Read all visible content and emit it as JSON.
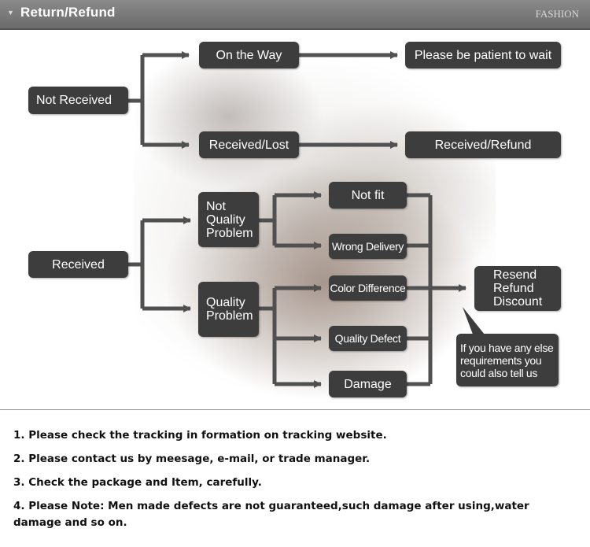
{
  "header": {
    "title": "Return/Refund",
    "tag": "FASHION"
  },
  "flowchart": {
    "not_received": "Not Received",
    "on_the_way": "On the Way",
    "please_wait": "Please be patient to wait",
    "received_lost": "Received/Lost",
    "received_refund": "Received/Refund",
    "received": "Received",
    "not_quality_problem": "Not\nQuality\nProblem",
    "quality_problem": "Quality\nProblem",
    "not_fit": "Not fit",
    "wrong_delivery": "Wrong Delivery",
    "color_difference": "Color Difference",
    "quality_defect": "Quality Defect",
    "damage": "Damage",
    "resend": "Resend\nRefund\nDiscount",
    "else": "If you have any else\nrequirements you\ncould also tell us"
  },
  "notes": [
    "1. Please check the tracking in formation on tracking website.",
    "2. Please contact us by meesage, e-mail, or trade manager.",
    "3. Check the package and Item, carefully.",
    "4. Please Note: Men made defects  are not guaranteed,such damage after using,water damage and so on."
  ],
  "colors": {
    "box": "#3d3d3d",
    "arrow": "#505050",
    "header": "#7a7a7a"
  }
}
